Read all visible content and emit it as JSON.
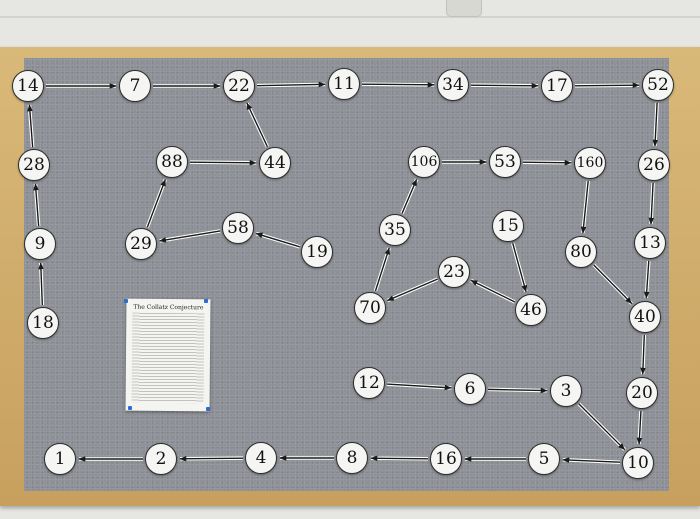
{
  "notice": {
    "title": "The Collatz Conjecture"
  },
  "nodes": [
    {
      "id": "n14",
      "label": "14"
    },
    {
      "id": "n7",
      "label": "7"
    },
    {
      "id": "n22",
      "label": "22"
    },
    {
      "id": "n11",
      "label": "11"
    },
    {
      "id": "n34",
      "label": "34"
    },
    {
      "id": "n17",
      "label": "17"
    },
    {
      "id": "n52",
      "label": "52"
    },
    {
      "id": "n28",
      "label": "28"
    },
    {
      "id": "n88",
      "label": "88"
    },
    {
      "id": "n44",
      "label": "44"
    },
    {
      "id": "n106",
      "label": "106"
    },
    {
      "id": "n53",
      "label": "53"
    },
    {
      "id": "n160",
      "label": "160"
    },
    {
      "id": "n26",
      "label": "26"
    },
    {
      "id": "n9",
      "label": "9"
    },
    {
      "id": "n29",
      "label": "29"
    },
    {
      "id": "n58",
      "label": "58"
    },
    {
      "id": "n19",
      "label": "19"
    },
    {
      "id": "n35",
      "label": "35"
    },
    {
      "id": "n15",
      "label": "15"
    },
    {
      "id": "n80",
      "label": "80"
    },
    {
      "id": "n13",
      "label": "13"
    },
    {
      "id": "n23",
      "label": "23"
    },
    {
      "id": "n18",
      "label": "18"
    },
    {
      "id": "n70",
      "label": "70"
    },
    {
      "id": "n46",
      "label": "46"
    },
    {
      "id": "n40",
      "label": "40"
    },
    {
      "id": "n12",
      "label": "12"
    },
    {
      "id": "n6",
      "label": "6"
    },
    {
      "id": "n3",
      "label": "3"
    },
    {
      "id": "n20",
      "label": "20"
    },
    {
      "id": "n1",
      "label": "1"
    },
    {
      "id": "n2",
      "label": "2"
    },
    {
      "id": "n4",
      "label": "4"
    },
    {
      "id": "n8",
      "label": "8"
    },
    {
      "id": "n16",
      "label": "16"
    },
    {
      "id": "n5",
      "label": "5"
    },
    {
      "id": "n10",
      "label": "10"
    }
  ]
}
